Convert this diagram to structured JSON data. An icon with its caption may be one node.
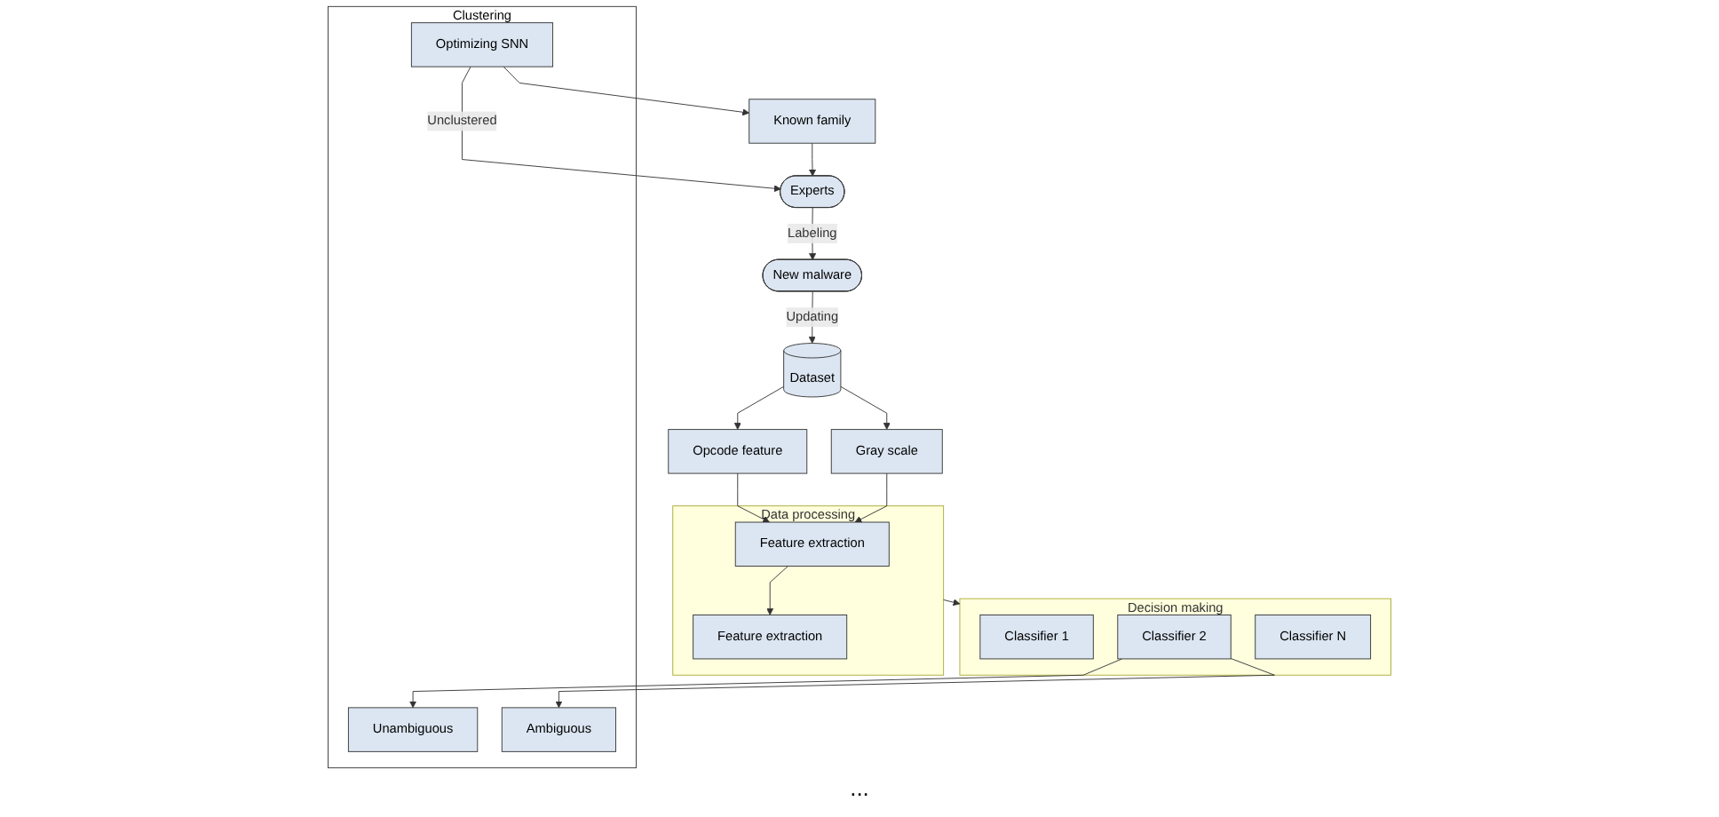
{
  "diagram": {
    "nodes": [
      {
        "text": [
          "Data processing"
        ]
      },
      {
        "text": [
          "Feature extraction"
        ],
        "in": 0
      },
      {
        "text": [
          "Feature extraction"
        ],
        "in": 0
      },
      {
        "text": [
          "Decision making"
        ]
      },
      {
        "text": [
          "Classifier 1"
        ],
        "in": 3
      },
      {
        "text": [
          "Classifier 2"
        ],
        "in": 3
      },
      {
        "text": [
          "Classifier N"
        ],
        "in": 3
      },
      {
        "text": [
          "Opcode feature"
        ]
      },
      {
        "text": [
          "Gray scale"
        ]
      },
      {
        "text": [
          "Dataset"
        ]
      },
      {
        "text": [
          "Clustering"
        ]
      },
      {
        "text": [
          "Unambiguous"
        ],
        "in": 10
      },
      {
        "text": [
          "Ambiguous"
        ],
        "in": 10
      },
      {
        "text": [
          "Optimizing SNN"
        ],
        "in": 10
      },
      {
        "text": [
          "Known family"
        ]
      },
      {
        "text": [
          "Experts"
        ]
      },
      {
        "text": [
          "New malware"
        ]
      }
    ],
    "edges": [
      {
        "from": 1,
        "to": 2,
        "arrow": "to"
      },
      {
        "from": 0,
        "to": 3,
        "arrow": "to"
      },
      {
        "from": 7,
        "to": 1,
        "arrow": "to"
      },
      {
        "from": 8,
        "to": 1,
        "arrow": "to"
      },
      {
        "from": 9,
        "to": 7,
        "arrow": "to"
      },
      {
        "from": 9,
        "to": 8,
        "arrow": "to"
      },
      {
        "from": 5,
        "to": 11,
        "arrow": "to"
      },
      {
        "from": 5,
        "to": 12,
        "arrow": "to"
      },
      {
        "from": 13,
        "to": 15,
        "label": "Unclustered",
        "arrow": "to"
      },
      {
        "from": 13,
        "to": 14,
        "arrow": "to"
      },
      {
        "from": 14,
        "to": 15,
        "arrow": "to"
      },
      {
        "from": 15,
        "to": 16,
        "label": "Labeling",
        "arrow": "to"
      },
      {
        "from": 16,
        "to": 9,
        "label": "Updating",
        "arrow": "to"
      }
    ],
    "labels": [
      "..."
    ]
  }
}
